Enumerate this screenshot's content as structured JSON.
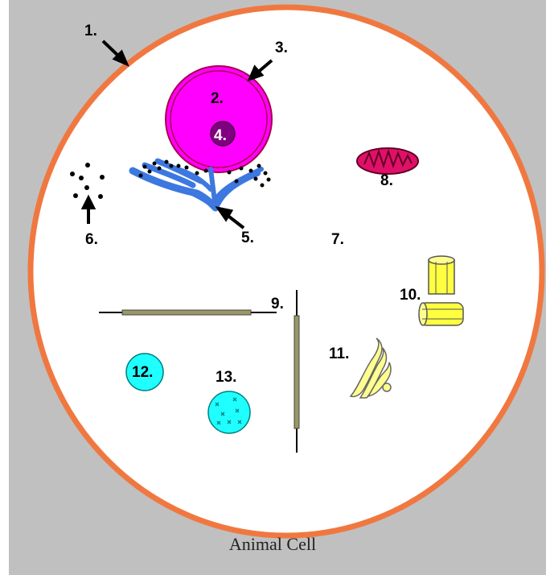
{
  "diagram": {
    "caption": "Animal Cell",
    "labels": {
      "l1": "1.",
      "l2": "2.",
      "l3": "3.",
      "l4": "4.",
      "l5": "5.",
      "l6": "6.",
      "l7": "7.",
      "l8": "8.",
      "l9": "9.",
      "l10": "10.",
      "l11": "11.",
      "l12": "12.",
      "l13": "13."
    },
    "colors": {
      "background": "#c0c0c0",
      "membrane": "#f07840",
      "cytoplasm": "#ffffff",
      "nucleus": "#ff00ff",
      "nucleolus": "#800080",
      "er": "#3c78e0",
      "mitochondrion": "#e0106a",
      "centriole": "#ffff40",
      "golgi": "#ffff90",
      "microtubule": "#999966",
      "vacuole": "#20ffff"
    }
  }
}
